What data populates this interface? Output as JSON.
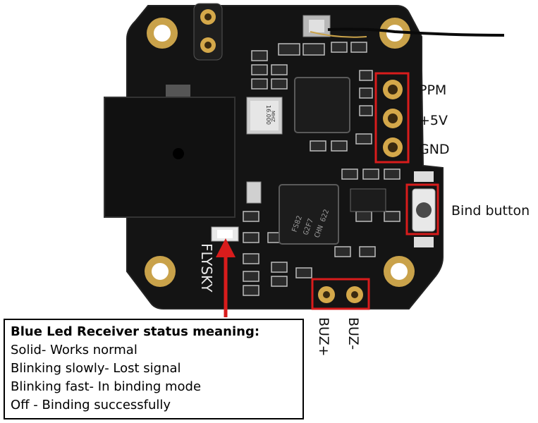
{
  "board": {
    "brand": "FLYSKY",
    "crystal_top": "16.000",
    "crystal_bottom": "MHZ",
    "chip_text": [
      "FS82",
      "G2F7",
      "CHN 622"
    ]
  },
  "pin_labels": {
    "ppm": "PPM",
    "plus5v": "+5V",
    "gnd": "GND",
    "bind": "Bind button",
    "buz_plus": "BUZ+",
    "buz_minus": "BUZ-"
  },
  "status": {
    "title": "Blue Led Receiver status meaning:",
    "lines": [
      "Solid- Works normal",
      "Blinking slowly- Lost signal",
      "Blinking fast- In binding mode",
      "Off - Binding successfully"
    ]
  },
  "colors": {
    "pcb": "#141414",
    "highlight": "#d81c1c",
    "gold": "#d4a84a",
    "component": "#2a2a2a"
  }
}
